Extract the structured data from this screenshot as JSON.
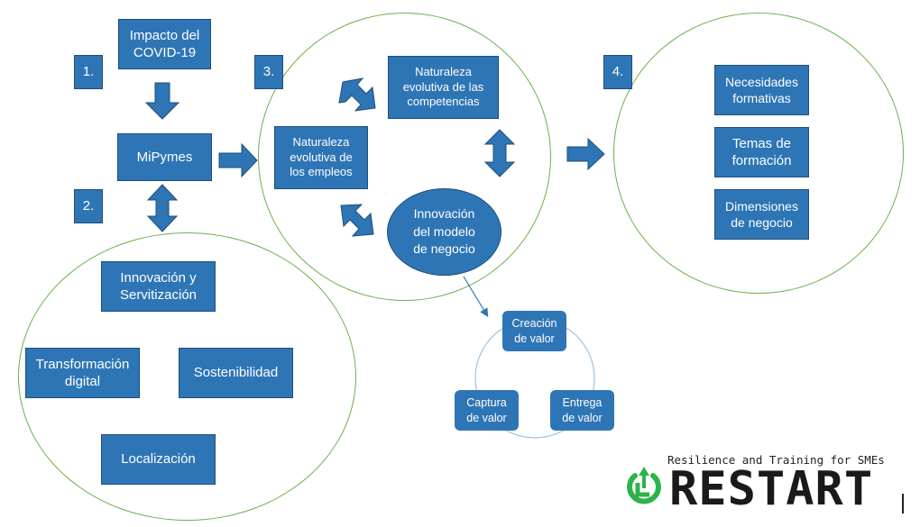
{
  "steps": {
    "s1": "1.",
    "s2": "2.",
    "s3": "3.",
    "s4": "4."
  },
  "boxes": {
    "covid": "Impacto del\nCOVID-19",
    "mipymes": "MiPymes",
    "innovacion_serv": "Innovación y\nServitización",
    "transformacion": "Transformación\ndigital",
    "sostenibilidad": "Sostenibilidad",
    "localizacion": "Localización",
    "naturaleza_empleos": "Naturaleza\nevolutiva de\nlos empleos",
    "naturaleza_competencias": "Naturaleza\nevolutiva de las\ncompetencias",
    "innovacion_modelo": "Innovación\ndel modelo\nde negocio",
    "necesidades": "Necesidades\nformativas",
    "temas": "Temas de\nformación",
    "dimensiones": "Dimensiones\nde negocio"
  },
  "value_cycle": {
    "creacion": "Creación\nde valor",
    "entrega": "Entrega\nde valor",
    "captura": "Captura\nde valor"
  },
  "logo": {
    "tagline": "Resilience and Training for SMEs",
    "wordmark": "RESTART",
    "icon": "power-icon"
  },
  "colors": {
    "box_fill": "#2e75b6",
    "box_border": "#1f4e79",
    "circle_stroke": "#6ab04c",
    "logo_green": "#2db34a"
  }
}
